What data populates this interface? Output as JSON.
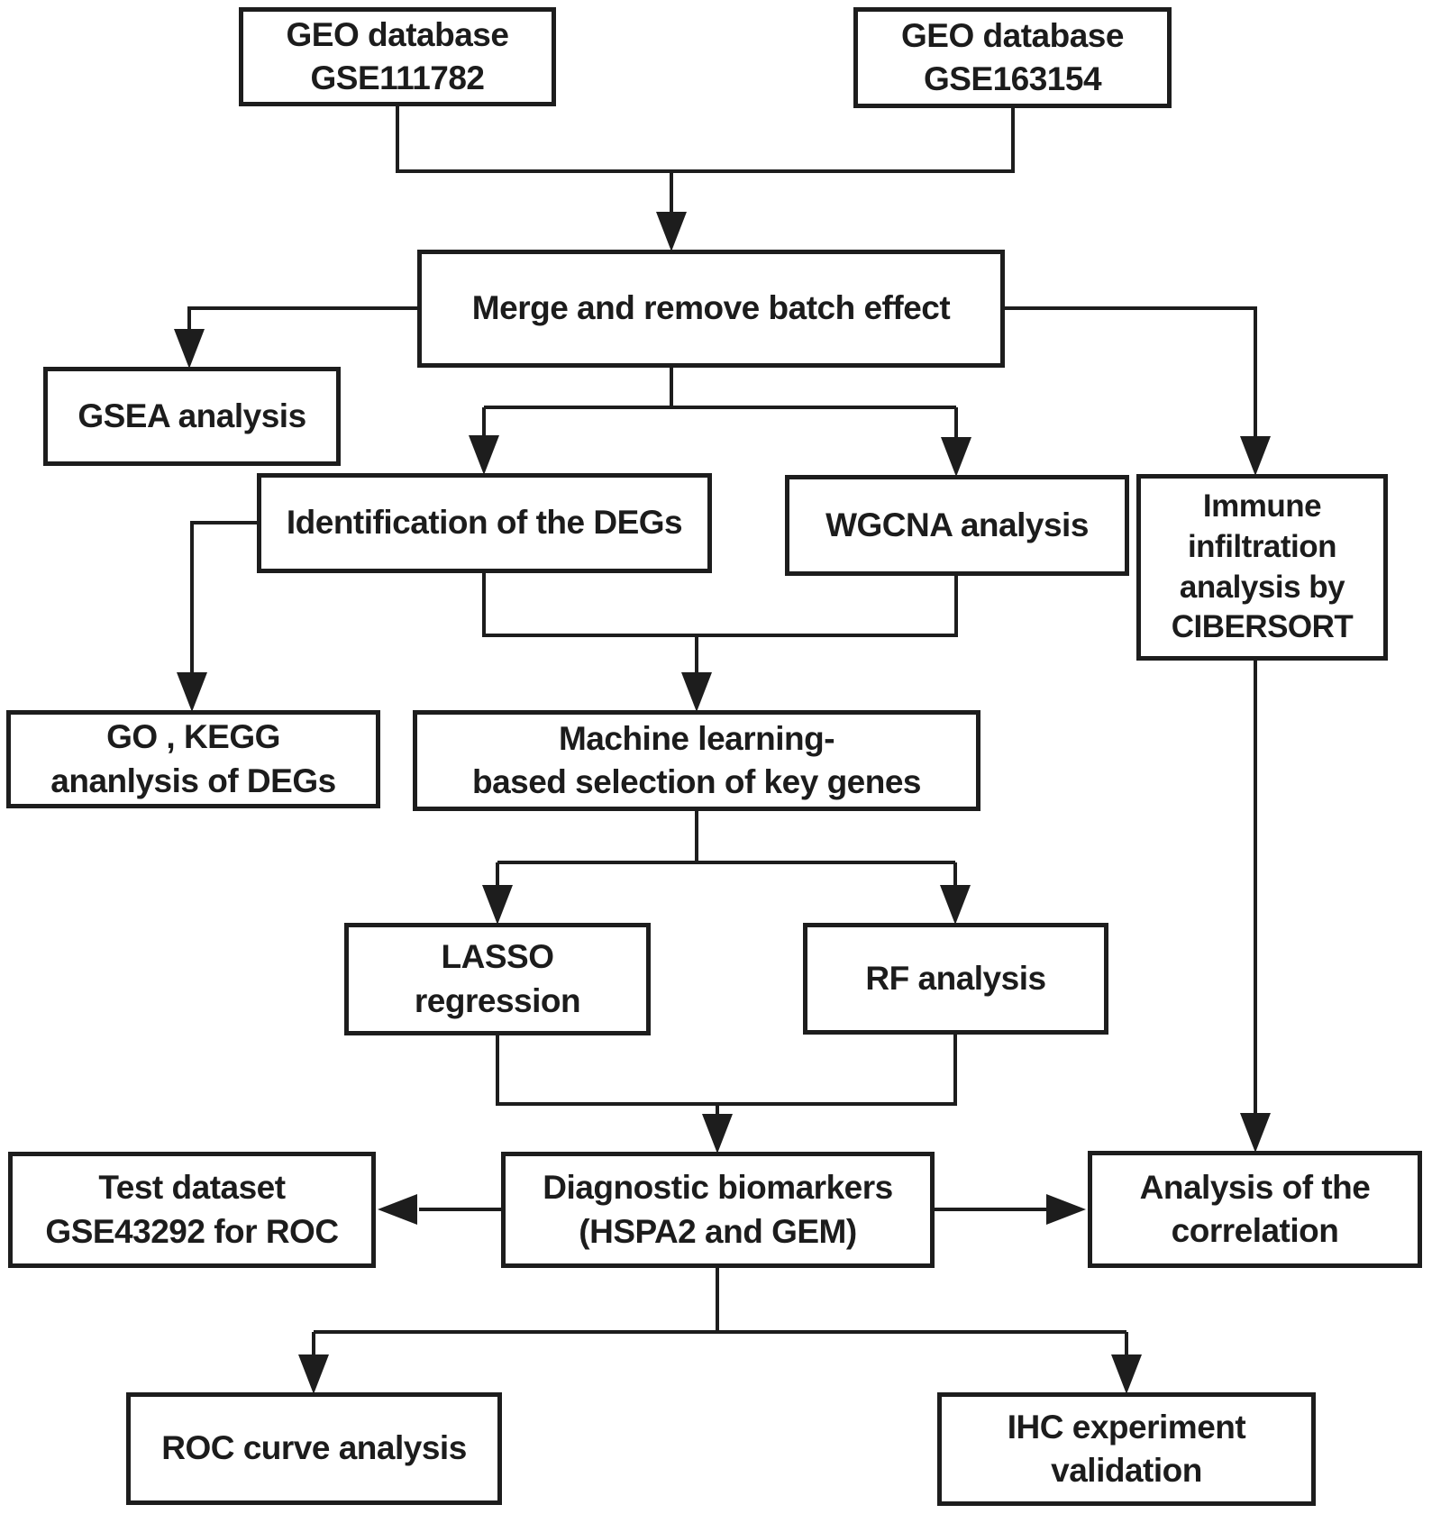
{
  "diagram": {
    "title": "Study workflow flowchart",
    "background_color": "#ffffff",
    "line_color": "#1d1d1d",
    "text_color": "#1c1c1c",
    "nodes": [
      {
        "id": "geo1",
        "lines": [
          "GEO database",
          "GSE111782"
        ]
      },
      {
        "id": "geo2",
        "lines": [
          "GEO database",
          "GSE163154"
        ]
      },
      {
        "id": "merge",
        "lines": [
          "Merge and remove batch effect"
        ]
      },
      {
        "id": "gsea",
        "lines": [
          "GSEA analysis"
        ]
      },
      {
        "id": "ident",
        "lines": [
          "Identification of the DEGs"
        ]
      },
      {
        "id": "wgcna",
        "lines": [
          "WGCNA analysis"
        ]
      },
      {
        "id": "immune",
        "lines": [
          "Immune",
          "infiltration",
          "analysis by",
          "CIBERSORT"
        ]
      },
      {
        "id": "gokegg",
        "lines": [
          "GO , KEGG",
          "ananlysis of DEGs"
        ]
      },
      {
        "id": "ml",
        "lines": [
          "Machine learning-",
          "based selection of key genes"
        ]
      },
      {
        "id": "lasso",
        "lines": [
          "LASSO",
          "regression"
        ]
      },
      {
        "id": "rf",
        "lines": [
          "RF analysis"
        ]
      },
      {
        "id": "diag",
        "lines": [
          "Diagnostic biomarkers",
          "(HSPA2 and GEM)"
        ]
      },
      {
        "id": "test",
        "lines": [
          "Test dataset",
          "GSE43292 for ROC"
        ]
      },
      {
        "id": "corr",
        "lines": [
          "Analysis of the",
          "correlation"
        ]
      },
      {
        "id": "roc",
        "lines": [
          "ROC curve analysis"
        ]
      },
      {
        "id": "ihc",
        "lines": [
          "IHC experiment",
          "validation"
        ]
      }
    ],
    "edges": [
      {
        "from": "GEO database GSE111782",
        "to": "Merge and remove batch effect"
      },
      {
        "from": "GEO database GSE163154",
        "to": "Merge and remove batch effect"
      },
      {
        "from": "Merge and remove batch effect",
        "to": "GSEA analysis"
      },
      {
        "from": "Merge and remove batch effect",
        "to": "Identification of the DEGs"
      },
      {
        "from": "Merge and remove batch effect",
        "to": "WGCNA analysis"
      },
      {
        "from": "Merge and remove batch effect",
        "to": "Immune infiltration analysis by CIBERSORT"
      },
      {
        "from": "Identification of the DEGs",
        "to": "GO , KEGG ananlysis of DEGs"
      },
      {
        "from": "Identification of the DEGs",
        "to": "Machine learning-based selection of key genes"
      },
      {
        "from": "WGCNA analysis",
        "to": "Machine learning-based selection of key genes"
      },
      {
        "from": "Machine learning-based selection of key genes",
        "to": "LASSO regression"
      },
      {
        "from": "Machine learning-based selection of key genes",
        "to": "RF analysis"
      },
      {
        "from": "LASSO regression",
        "to": "Diagnostic biomarkers (HSPA2 and GEM)"
      },
      {
        "from": "RF analysis",
        "to": "Diagnostic biomarkers (HSPA2 and GEM)"
      },
      {
        "from": "Diagnostic biomarkers (HSPA2 and GEM)",
        "to": "Test dataset GSE43292 for ROC"
      },
      {
        "from": "Diagnostic biomarkers (HSPA2 and GEM)",
        "to": "Analysis of the correlation"
      },
      {
        "from": "Immune infiltration analysis by CIBERSORT",
        "to": "Analysis of the correlation"
      },
      {
        "from": "Diagnostic biomarkers (HSPA2 and GEM)",
        "to": "ROC curve analysis"
      },
      {
        "from": "Diagnostic biomarkers (HSPA2 and GEM)",
        "to": "IHC experiment validation"
      }
    ]
  }
}
